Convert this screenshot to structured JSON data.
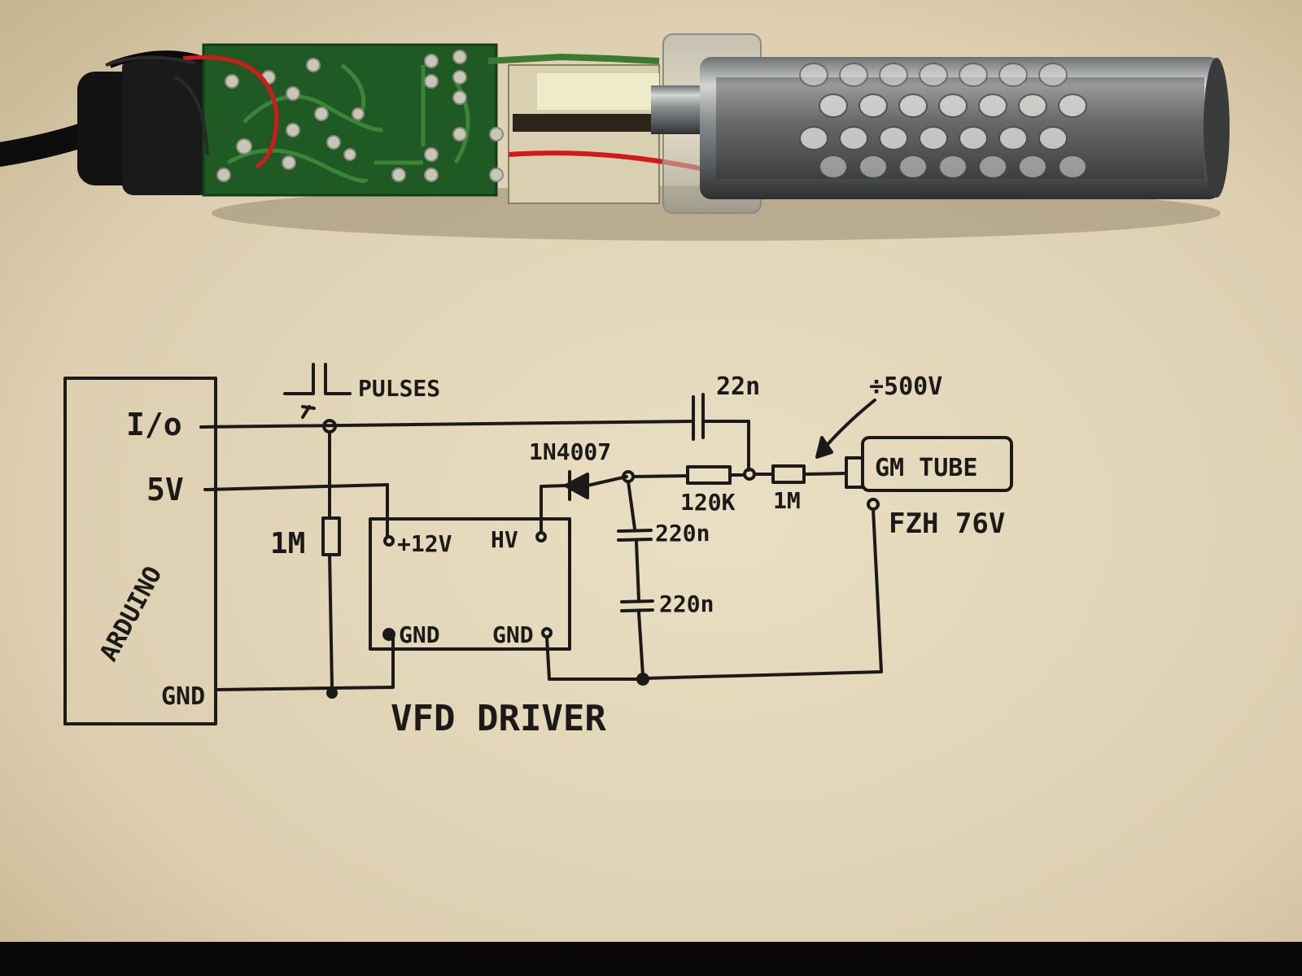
{
  "colors": {
    "paper": "#e8dcc0",
    "ink": "#1c1a18",
    "pcb": "#1f5a24",
    "wire_red": "#d11b1b",
    "metal": "#9ba0a2",
    "bottom_bar": "#0b0907"
  },
  "diagram": {
    "labels": {
      "io": "I/o",
      "v5": "5V",
      "arduino": "ARDUINO",
      "gnd_arduino": "GND",
      "pulses": "PULSES",
      "r1": "1M",
      "cap_22n": "22n",
      "target_voltage": "÷500V",
      "diode": "1N4007",
      "r_120k": "120K",
      "r_1m_tube": "1M",
      "gm_tube": "GM TUBE",
      "tube_model": "FZH 76V",
      "plus12v": "+12V",
      "hv": "HV",
      "gnd_driver_left": "GND",
      "gnd_driver_right": "GND",
      "cap_220n_top": "220n",
      "cap_220n_bottom": "220n",
      "vfd_driver": "VFD DRIVER"
    }
  }
}
